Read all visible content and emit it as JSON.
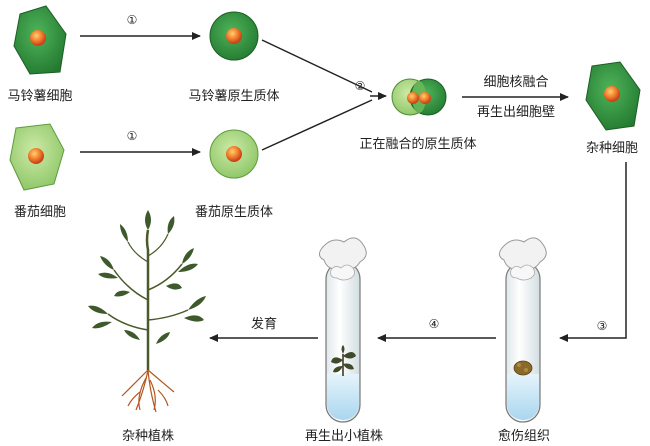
{
  "labels": {
    "potato_cell": "马铃薯细胞",
    "potato_protoplast": "马铃薯原生质体",
    "tomato_cell": "番茄细胞",
    "tomato_protoplast": "番茄原生质体",
    "fusing_protoplast": "正在融合的原生质体",
    "nucleus_fusion": "细胞核融合",
    "cell_wall_regen": "再生出细胞壁",
    "hybrid_cell": "杂种细胞",
    "callus": "愈伤组织",
    "regenerated_plantlet": "再生出小植株",
    "hybrid_plant": "杂种植株",
    "develop": "发育"
  },
  "step_markers": {
    "step1_top": "①",
    "step1_bottom": "①",
    "step2": "②",
    "step3": "③",
    "step4": "④"
  },
  "colors": {
    "potato_green": "#2f8a3a",
    "tomato_green": "#9fd07a",
    "nucleus_orange": "#e0622a",
    "arrow": "#222222",
    "medium_blue": "#cfe8f5"
  }
}
